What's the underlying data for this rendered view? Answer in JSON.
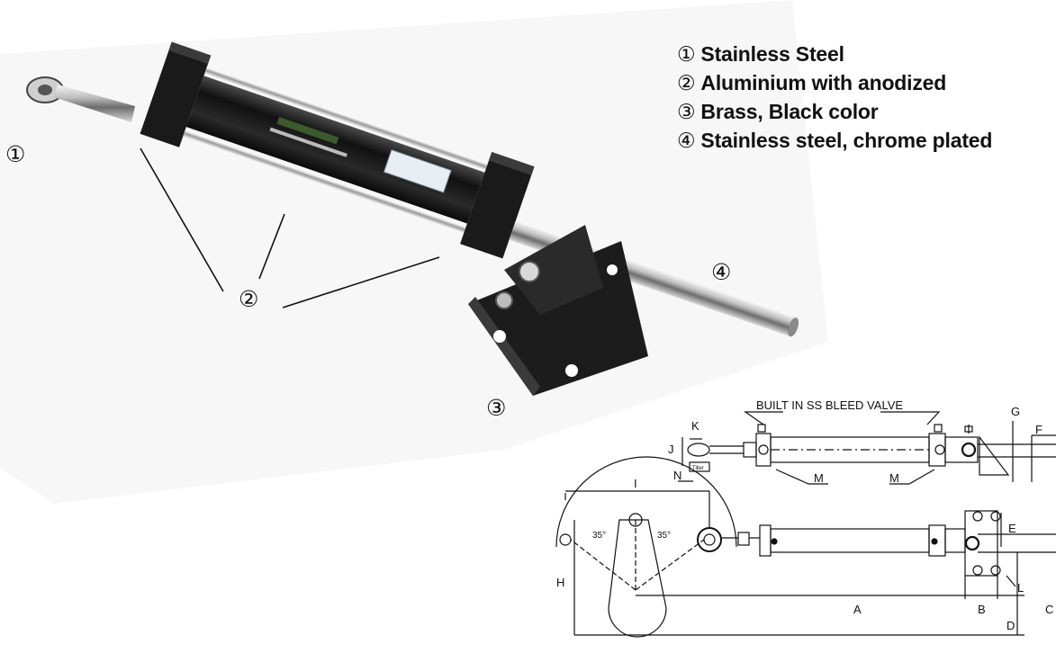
{
  "legend": {
    "items": [
      {
        "num": "①",
        "text": "Stainless Steel"
      },
      {
        "num": "②",
        "text": "Aluminium with anodized"
      },
      {
        "num": "③",
        "text": "Brass, Black color"
      },
      {
        "num": "④",
        "text": "Stainless steel, chrome plated"
      }
    ]
  },
  "callouts": {
    "c1": "①",
    "c2": "②",
    "c3": "③",
    "c4": "④"
  },
  "drawing": {
    "note": "BUILT IN SS BLEED VALVE",
    "tiller": "Tiller",
    "angle": "35°",
    "labels": {
      "A": "A",
      "B": "B",
      "C": "C",
      "D": "D",
      "E": "E",
      "F": "F",
      "G": "G",
      "H": "H",
      "I": "I",
      "J": "J",
      "K": "K",
      "L": "L",
      "M": "M",
      "N": "N"
    }
  }
}
